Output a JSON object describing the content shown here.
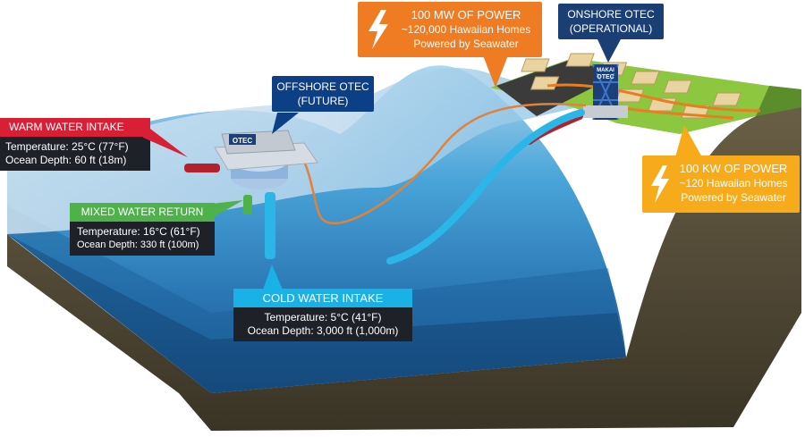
{
  "colors": {
    "warm": "#d81f36",
    "mixed": "#4fb14a",
    "cold": "#1ab2e6",
    "offshore": "#0d3f86",
    "onshore": "#1b3f75",
    "mw": "#ef7b23",
    "kw": "#f7ab1b",
    "dark": "#1e2228"
  },
  "icons": {
    "power": "lightning-bolt-icon"
  },
  "callouts": {
    "warm_intake": {
      "title": "WARM WATER INTAKE",
      "temperature": "Temperature: 25°C (77°F)",
      "depth": "Ocean Depth: 60 ft (18m)"
    },
    "mixed_return": {
      "title": "MIXED WATER RETURN",
      "temperature": "Temperature: 16°C (61°F)",
      "depth": "Ocean Depth: 330 ft (100m)"
    },
    "cold_intake": {
      "title": "COLD WATER INTAKE",
      "temperature": "Temperature: 5°C (41°F)",
      "depth": "Ocean Depth: 3,000 ft (1,000m)"
    },
    "offshore": {
      "line1": "OFFSHORE OTEC",
      "line2": "(FUTURE)"
    },
    "onshore": {
      "line1": "ONSHORE OTEC",
      "line2": "(OPERATIONAL)"
    },
    "power_mw": {
      "line1": "100 MW OF POWER",
      "line2": "~120,000 Hawaiian Homes",
      "line3": "Powered by Seawater"
    },
    "power_kw": {
      "line1": "100 KW OF POWER",
      "line2": "~120 Hawaiian Homes",
      "line3": "Powered by Seawater"
    }
  },
  "labels": {
    "platform": "OTEC",
    "tower_line1": "MAKAI",
    "tower_line2": "OTEC"
  }
}
